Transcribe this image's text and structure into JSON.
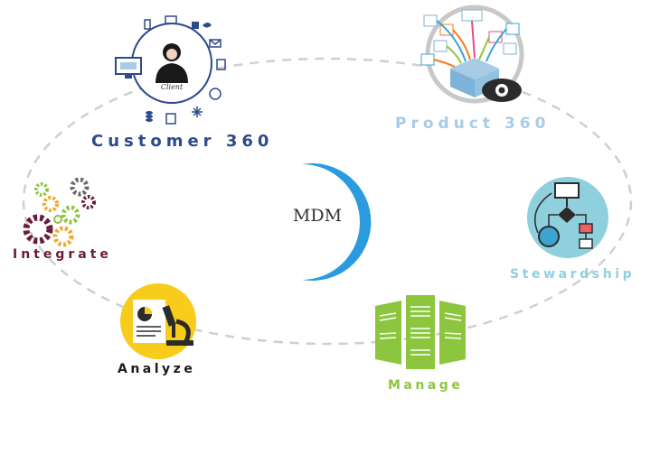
{
  "center": {
    "label": "MDM"
  },
  "nodes": {
    "customer": {
      "label": "Customer 360",
      "sub_label": "Client",
      "color": "#2d4a8c"
    },
    "product": {
      "label": "Product 360",
      "color": "#a8cce6"
    },
    "integrate": {
      "label": "Integrate",
      "color": "#6b1a3c"
    },
    "stewardship": {
      "label": "Stewardship",
      "color": "#8fd0de"
    },
    "analyze": {
      "label": "Analyze",
      "color": "#1a1a1a"
    },
    "manage": {
      "label": "Manage",
      "color": "#8cc63f"
    }
  },
  "colors": {
    "orbit": "#cfcfcf",
    "mdm_orange": "#f47a20",
    "mdm_blue": "#2b9be0",
    "customer_ring": "#2d4a8c",
    "analyze_yellow": "#f7cc1b",
    "steward_teal": "#8fd0de",
    "manage_green": "#8cc63f"
  },
  "icons": [
    "person-icon",
    "monitor-icon",
    "facebook-icon",
    "twitter-icon",
    "email-icon",
    "document-icon",
    "globe-icon",
    "snowflake-icon",
    "database-icon",
    "id-card-icon",
    "chart-icon",
    "eye-icon",
    "gear-icon",
    "flowchart-icon",
    "microscope-icon",
    "pie-chart-icon",
    "server-icon"
  ]
}
